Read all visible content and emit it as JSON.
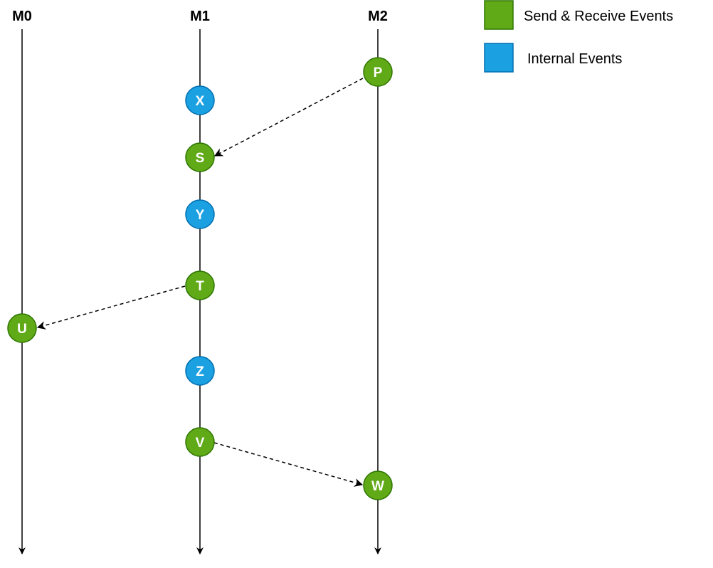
{
  "processes": [
    {
      "id": "m0",
      "label": "M0"
    },
    {
      "id": "m1",
      "label": "M1"
    },
    {
      "id": "m2",
      "label": "M2"
    }
  ],
  "events": [
    {
      "id": "p",
      "label": "P",
      "process": "m2",
      "kind": "send_receive"
    },
    {
      "id": "x",
      "label": "X",
      "process": "m1",
      "kind": "internal"
    },
    {
      "id": "s",
      "label": "S",
      "process": "m1",
      "kind": "send_receive"
    },
    {
      "id": "y",
      "label": "Y",
      "process": "m1",
      "kind": "internal"
    },
    {
      "id": "t",
      "label": "T",
      "process": "m1",
      "kind": "send_receive"
    },
    {
      "id": "u",
      "label": "U",
      "process": "m0",
      "kind": "send_receive"
    },
    {
      "id": "z",
      "label": "Z",
      "process": "m1",
      "kind": "internal"
    },
    {
      "id": "v",
      "label": "V",
      "process": "m1",
      "kind": "send_receive"
    },
    {
      "id": "w",
      "label": "W",
      "process": "m2",
      "kind": "send_receive"
    }
  ],
  "messages": [
    {
      "from": "p",
      "to": "s"
    },
    {
      "from": "t",
      "to": "u"
    },
    {
      "from": "v",
      "to": "w"
    }
  ],
  "legend": [
    {
      "kind": "send_receive",
      "label": "Send & Receive Events"
    },
    {
      "kind": "internal",
      "label": "Internal Events"
    }
  ],
  "colors": {
    "send_receive_fill": "#60a917",
    "send_receive_stroke": "#2d7600",
    "internal_fill": "#1ba1e2",
    "internal_stroke": "#006eaf",
    "line": "#000000"
  }
}
